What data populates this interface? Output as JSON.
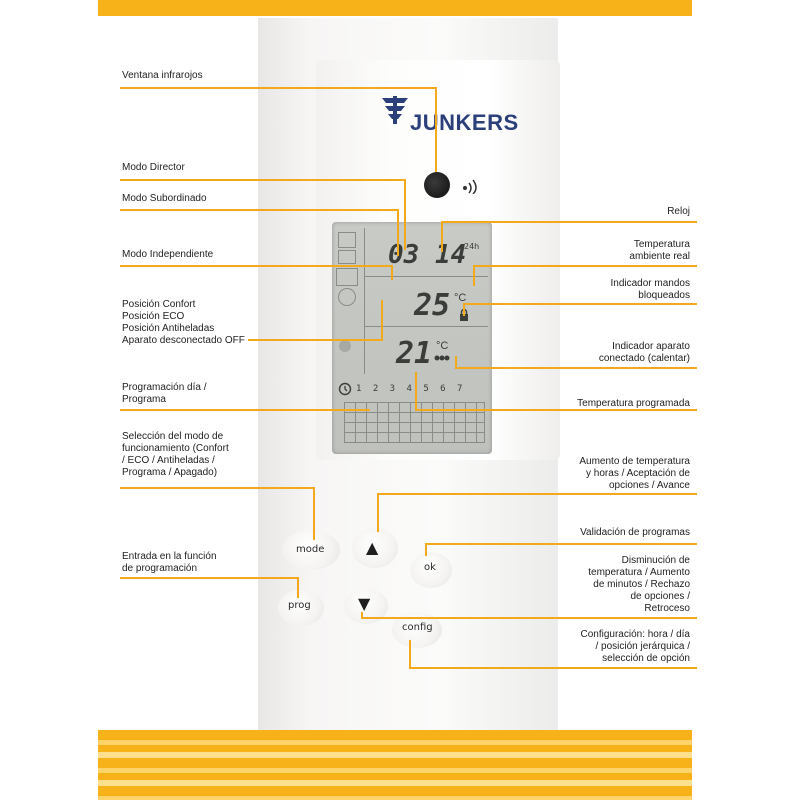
{
  "device": {
    "brand": "JUNKERS",
    "lcd": {
      "clock": "03 14",
      "clock_format": "24h",
      "room_temp": "25",
      "programmed_temp": "21",
      "unit": "°C",
      "days": "1 2 3 4 5 6 7"
    },
    "buttons": {
      "mode": "mode",
      "prog": "prog",
      "ok": "ok",
      "config": "config",
      "up": "▲",
      "down": "▼"
    }
  },
  "labels_left": {
    "infrared": "Ventana infrarojos",
    "director": "Modo Director",
    "subordinado": "Modo Subordinado",
    "independiente": "Modo Independiente",
    "positions": "Posición Confort\nPosición ECO\nPosición Antiheladas\nAparato desconectado OFF",
    "programming_day": "Programación día /\nPrograma",
    "mode_selection": "Selección del modo de\nfuncionamiento (Confort\n/ ECO / Antiheladas /\nPrograma / Apagado)",
    "prog_entry": "Entrada en la función\nde programación"
  },
  "labels_right": {
    "clock": "Reloj",
    "room_temp": "Temperatura\nambiente real",
    "lock": "Indicador mandos\nbloqueados",
    "heating": "Indicador aparato\nconectado (calentar)",
    "programmed_temp": "Temperatura programada",
    "increase": "Aumento de temperatura\ny horas / Aceptación de\nopciones / Avance",
    "validation": "Validación de programas",
    "decrease": "Disminución de\ntemperatura / Aumento\nde  minutos / Rechazo\nde  opciones /\nRetroceso",
    "config": "Configuración: hora / día\n/ posición jerárquica /\nselección de opción"
  },
  "colors": {
    "accent": "#f7b21a",
    "stripe_light": "#fdd36a",
    "leader": "#f2a91c",
    "brand": "#2b3f7a"
  }
}
